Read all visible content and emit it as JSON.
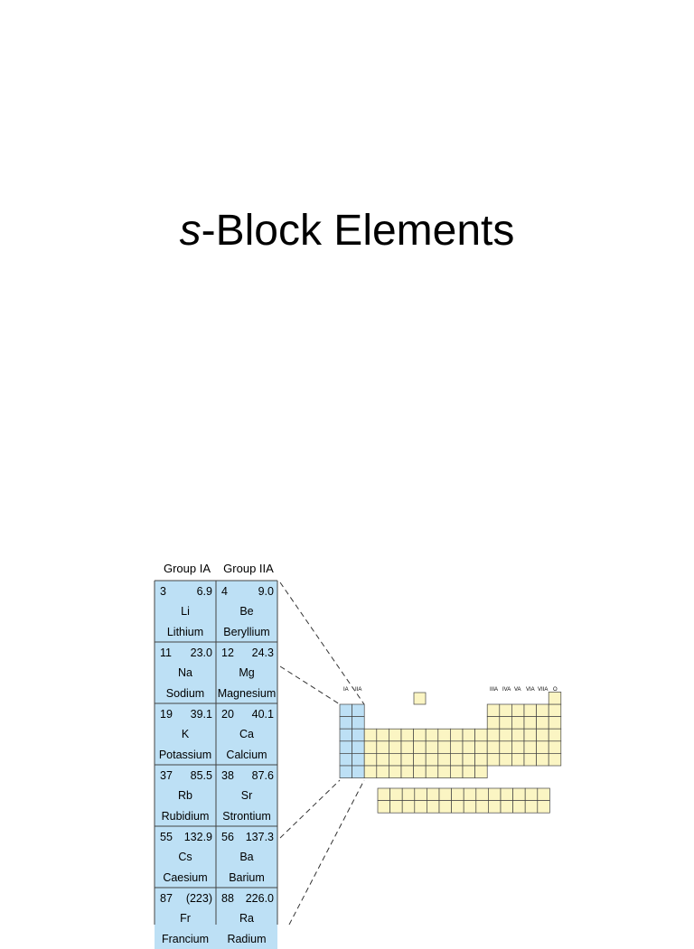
{
  "title": {
    "prefix": "s",
    "rest": "-Block Elements"
  },
  "group_headers": [
    "Group IA",
    "Group IIA"
  ],
  "elements": [
    [
      {
        "number": "3",
        "mass": "6.9",
        "symbol": "Li",
        "name": "Lithium"
      },
      {
        "number": "4",
        "mass": "9.0",
        "symbol": "Be",
        "name": "Beryllium"
      }
    ],
    [
      {
        "number": "11",
        "mass": "23.0",
        "symbol": "Na",
        "name": "Sodium"
      },
      {
        "number": "12",
        "mass": "24.3",
        "symbol": "Mg",
        "name": "Magnesium"
      }
    ],
    [
      {
        "number": "19",
        "mass": "39.1",
        "symbol": "K",
        "name": "Potassium"
      },
      {
        "number": "20",
        "mass": "40.1",
        "symbol": "Ca",
        "name": "Calcium"
      }
    ],
    [
      {
        "number": "37",
        "mass": "85.5",
        "symbol": "Rb",
        "name": "Rubidium"
      },
      {
        "number": "38",
        "mass": "87.6",
        "symbol": "Sr",
        "name": "Strontium"
      }
    ],
    [
      {
        "number": "55",
        "mass": "132.9",
        "symbol": "Cs",
        "name": "Caesium"
      },
      {
        "number": "56",
        "mass": "137.3",
        "symbol": "Ba",
        "name": "Barium"
      }
    ],
    [
      {
        "number": "87",
        "mass": "(223)",
        "symbol": "Fr",
        "name": "Francium"
      },
      {
        "number": "88",
        "mass": "226.0",
        "symbol": "Ra",
        "name": "Radium"
      }
    ]
  ],
  "mini_table": {
    "labels_left": [
      "IA",
      "IIA"
    ],
    "labels_right": [
      "IIIA",
      "IVA",
      "VA",
      "VIA",
      "VIIA",
      "O"
    ]
  },
  "colors": {
    "s_block": "#bde0f5",
    "other_block": "#fbf5c3",
    "border": "#444444"
  }
}
